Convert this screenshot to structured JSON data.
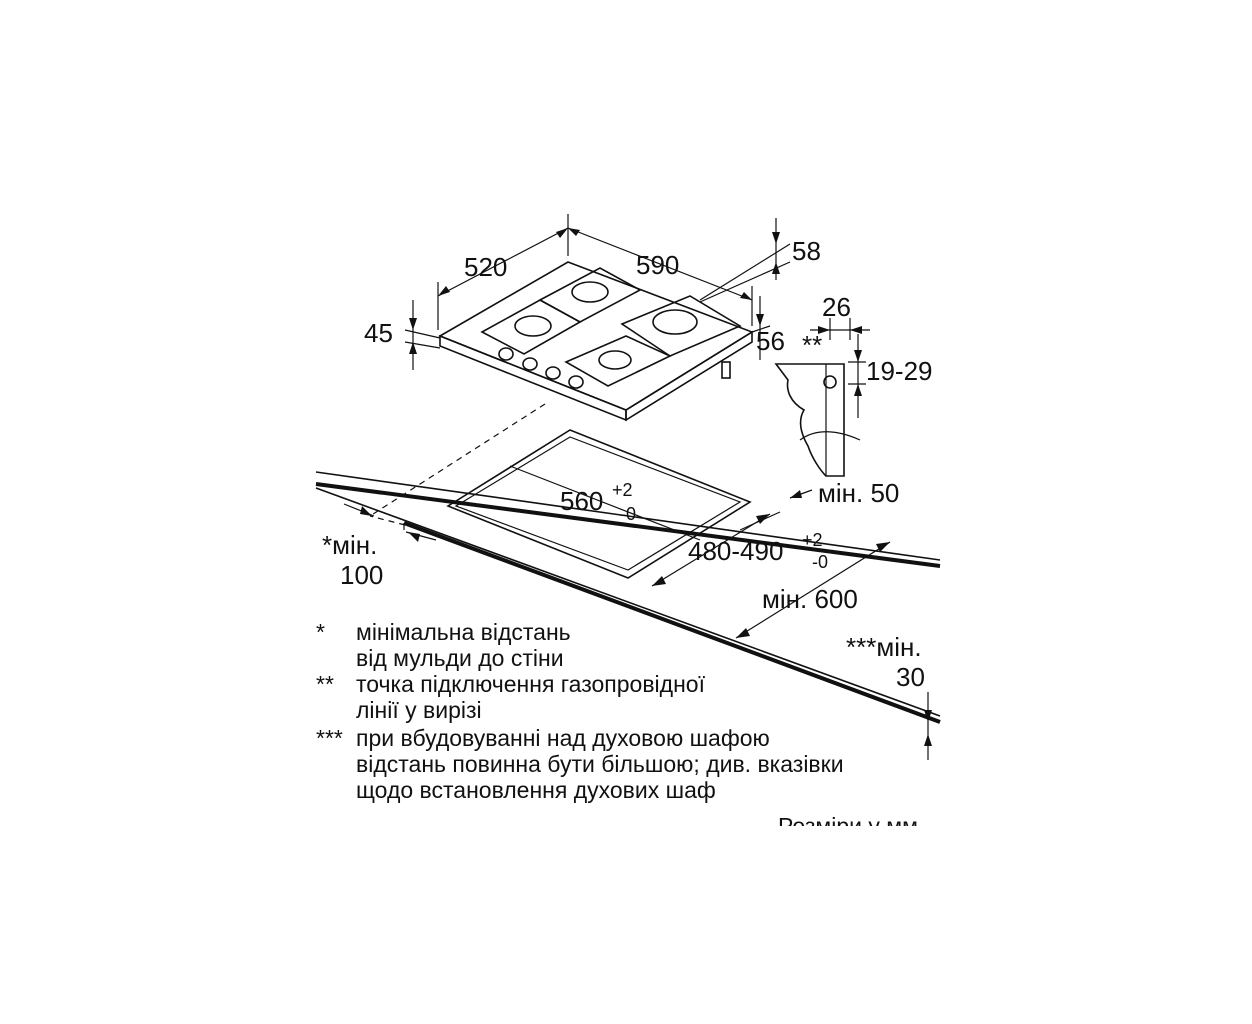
{
  "dimensions": {
    "depth": "520",
    "width": "590",
    "hob_height": "45",
    "front_offset": "56",
    "rear_offset": "58",
    "gas_offset": "26",
    "gas_height_range": "19-29",
    "gas_point_marker": "**",
    "rear_min": "мін. 50",
    "cutout_width_base": "560",
    "cutout_width_tol_plus": "+2",
    "cutout_width_tol_minus": "-0",
    "cutout_depth_base": "480-490",
    "cutout_depth_tol_plus": "+2",
    "cutout_depth_tol_minus": "-0",
    "worktop_min_depth": "мін. 600",
    "side_min_line1": "*мін.",
    "side_min_line2": "100",
    "worktop_min_thickness_line1": "***мін.",
    "worktop_min_thickness_line2": "30"
  },
  "notes": [
    {
      "marker": "*",
      "lines": [
        "мінімальна відстань",
        "від мульди до стіни"
      ]
    },
    {
      "marker": "**",
      "lines": [
        "точка підключення газопровідної",
        "лінії у вирізі"
      ]
    },
    {
      "marker": "***",
      "lines": [
        "при вбудовуванні над духовою шафою",
        "відстань повинна бути більшою; див. вказівки",
        "щодо встановлення духових шаф"
      ]
    }
  ],
  "units_caption": "Розміри у мм"
}
